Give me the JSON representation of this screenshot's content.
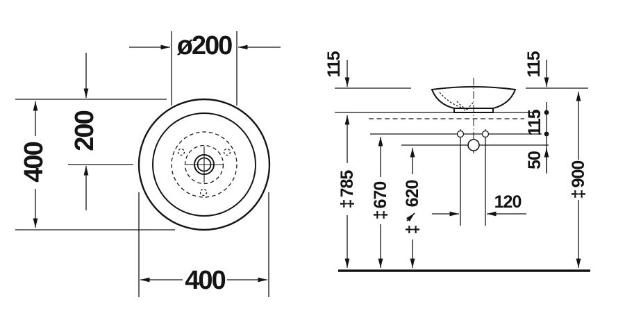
{
  "drawing": {
    "background": "#ffffff",
    "line_color": "#141414"
  },
  "top_view": {
    "inner_diameter": "ø200",
    "center_offset": "200",
    "overall_depth": "400",
    "overall_width": "400"
  },
  "front_view": {
    "rim_above_counter_left": "115",
    "rim_above_counter_right": "115",
    "counter_to_tap_line": "115",
    "tap_to_drain": "50",
    "tap_hole_spacing": "120",
    "heights": {
      "counter": {
        "value": "785",
        "symbol": "‡"
      },
      "tap_line": {
        "value": "670",
        "symbol": "‡"
      },
      "drain": {
        "value": "620",
        "symbol": "‡"
      },
      "rim": {
        "value": "900",
        "symbol": "‡"
      }
    }
  }
}
